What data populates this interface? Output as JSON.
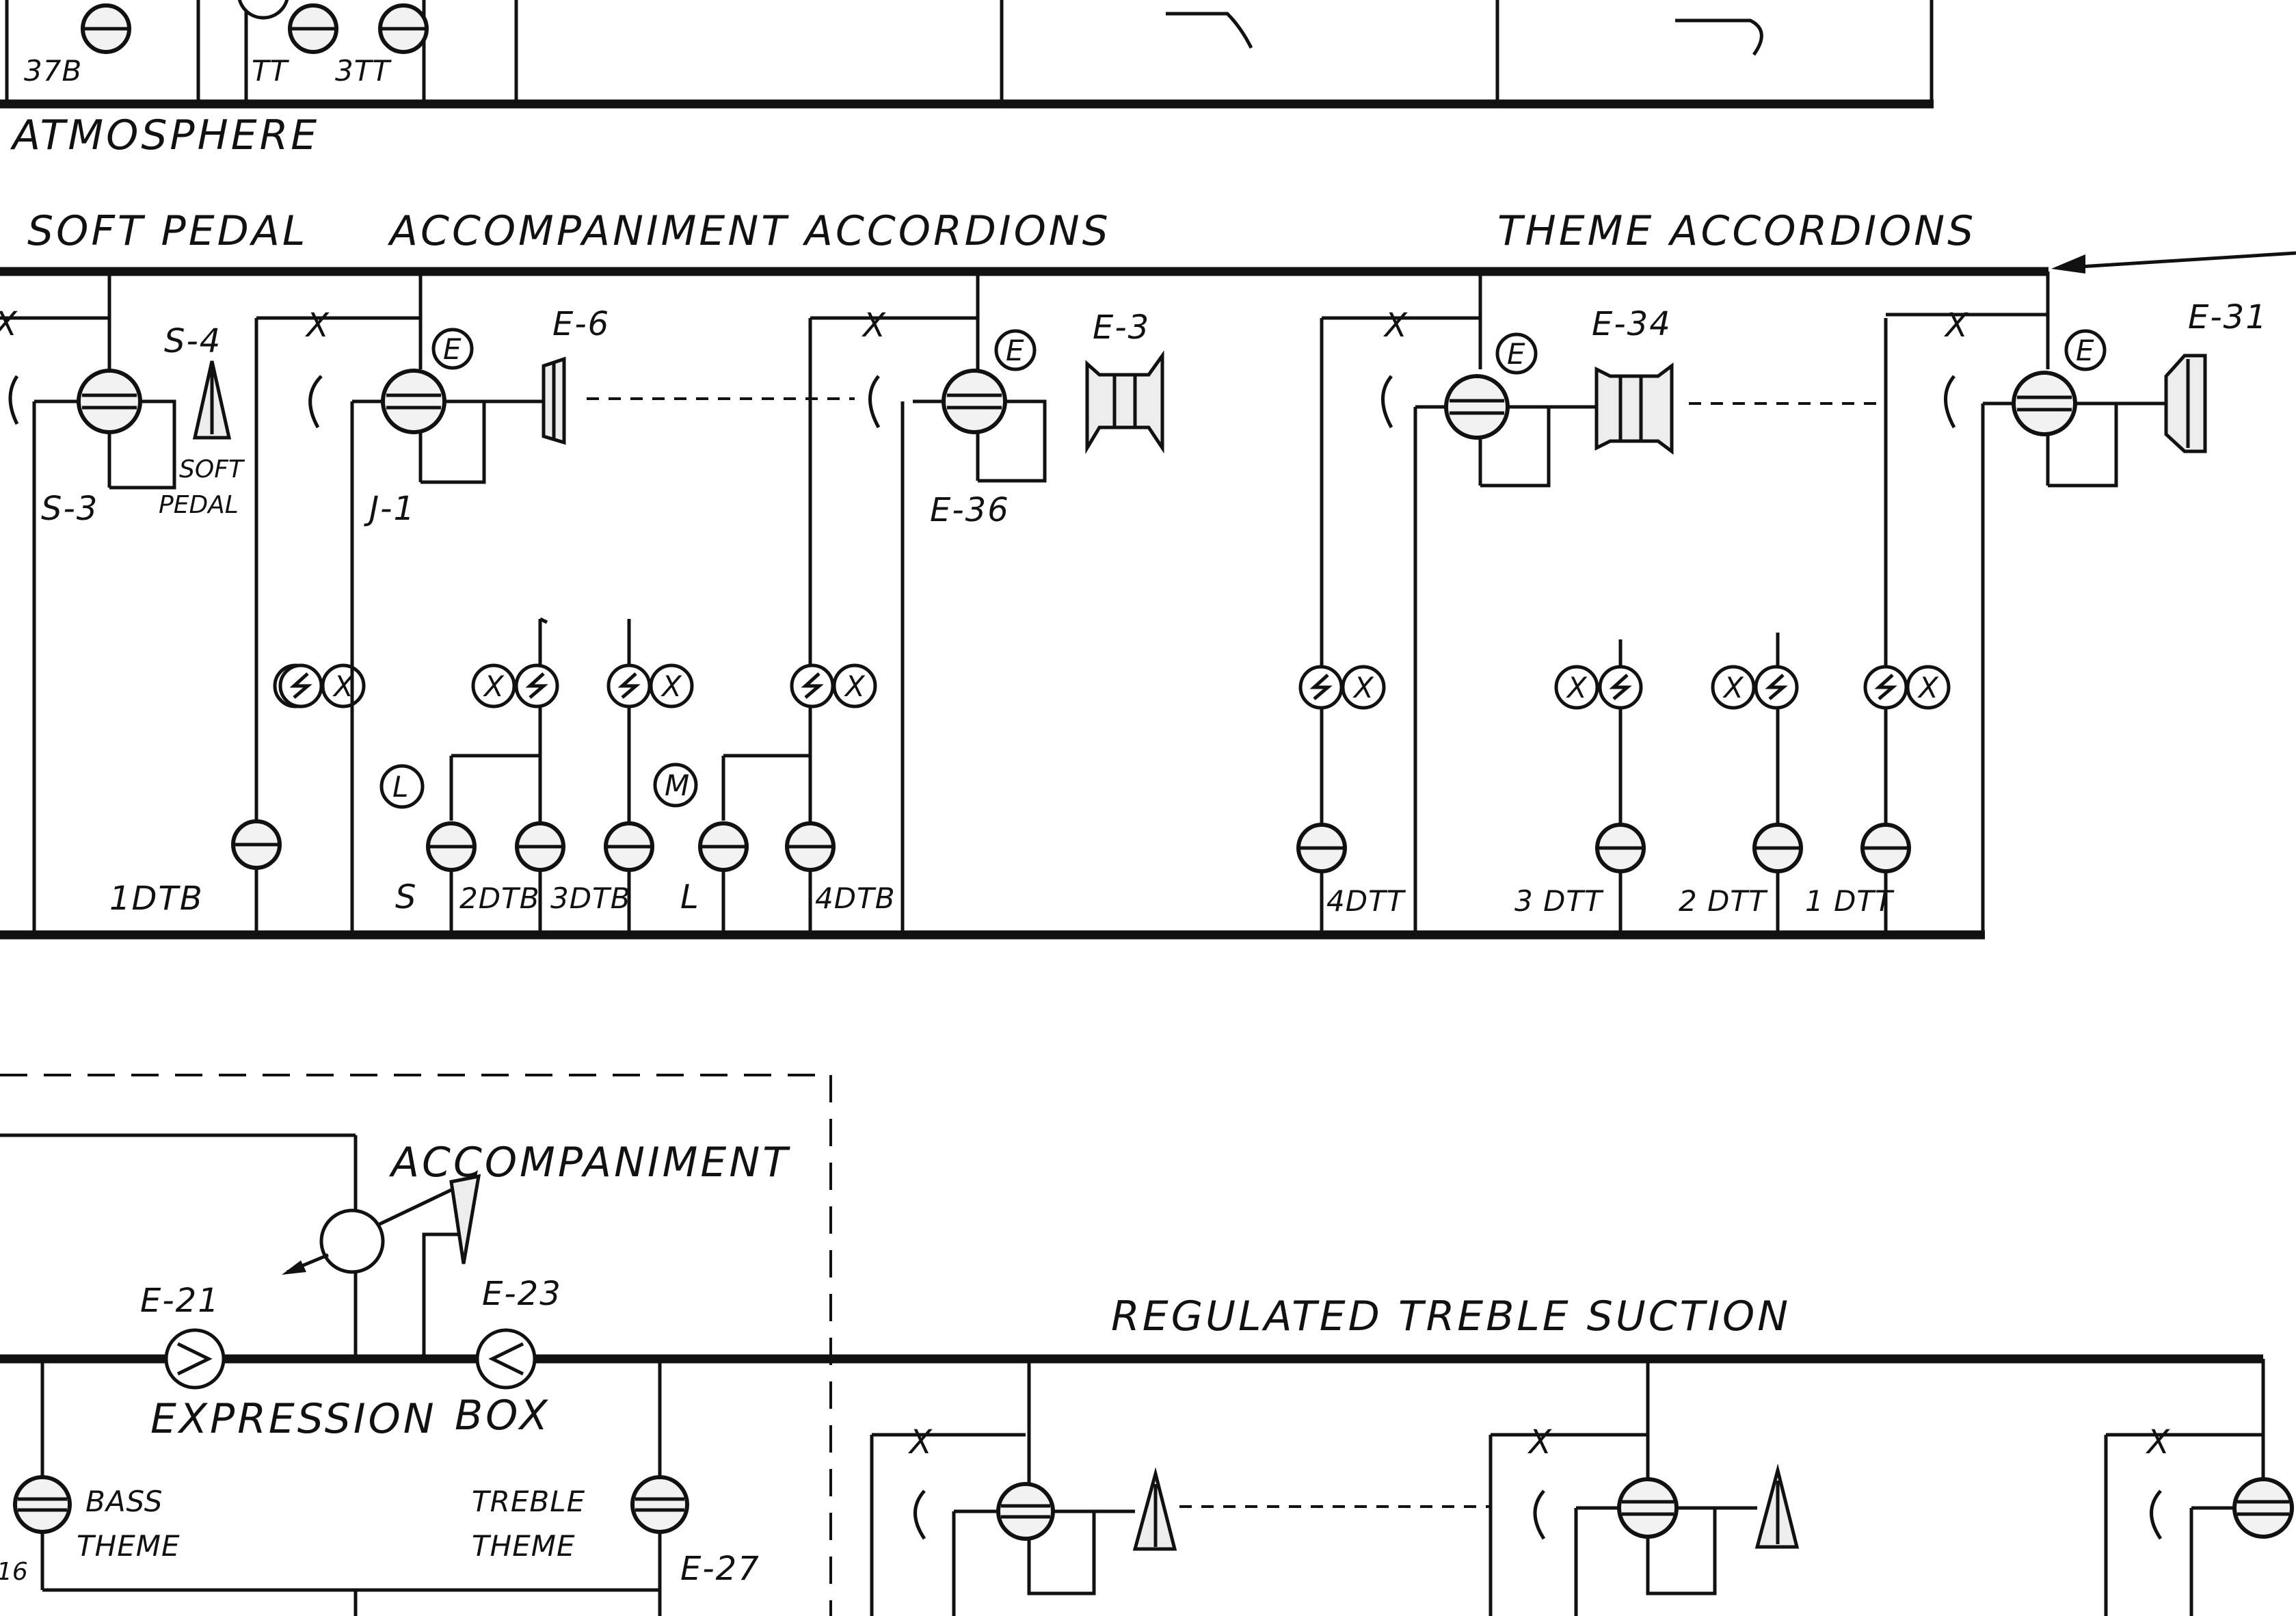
{
  "sections": {
    "atmosphere": "ATMOSPHERE",
    "soft_pedal": "SOFT PEDAL",
    "accompaniment_accordions": "ACCOMPANIMENT ACCORDIONS",
    "theme_accordions": "THEME ACCORDIONS",
    "accompaniment": "ACCOMPANIMENT",
    "expression_box_1": "EXPRESSION",
    "expression_box_2": "BOX",
    "regulated_treble_suction": "REGULATED TREBLE SUCTION"
  },
  "top_labels": [
    "37B",
    "TT",
    "3TT"
  ],
  "labels": {
    "s4": "S-4",
    "s3": "S-3",
    "soft_pedal_1": "SOFT",
    "soft_pedal_2": "PEDAL",
    "j1": "J-1",
    "e6": "E-6",
    "e3": "E-3",
    "e36": "E-36",
    "e34": "E-34",
    "e31": "E-31",
    "e21": "E-21",
    "e23": "E-23",
    "e27": "E-27",
    "bass_theme_1": "BASS",
    "bass_theme_2": "THEME",
    "treble_theme_1": "TREBLE",
    "treble_theme_2": "THEME",
    "left_16": "16"
  },
  "circle_marks": {
    "e": "E",
    "x": "X",
    "l": "L",
    "m": "M"
  },
  "tracker_labels": {
    "dtb1": "1DTB",
    "s": "S",
    "dtb2": "2DTB",
    "dtb3": "3DTB",
    "l": "L",
    "dtb4": "4DTB",
    "dtt4": "4DTT",
    "dtt3": "3 DTT",
    "dtt2": "2 DTT",
    "dtt1": "1 DTT"
  }
}
